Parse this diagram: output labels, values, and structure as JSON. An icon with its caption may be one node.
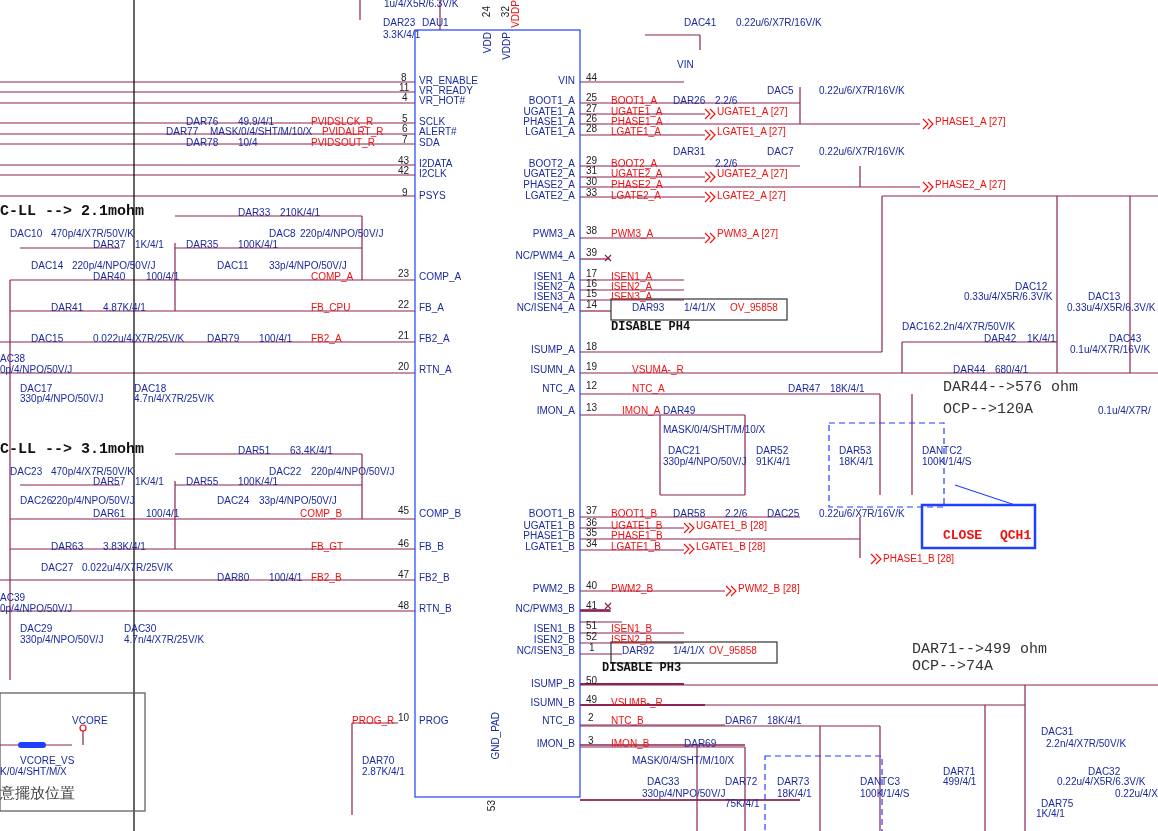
{
  "diagram": {
    "labels": [
      "1u/4/X5R/6.3V/K",
      "24",
      "32",
      "VDDP",
      "DAR23",
      "DAU1",
      "DAC41",
      "0.22u/6/X7R/16V/K",
      "3.3K/4/1",
      "VDD",
      "VDDP",
      "VIN",
      "8",
      "VR_ENABLE",
      "VIN",
      "44",
      "11",
      "VR_READY",
      "DAC5",
      "0.22u/6/X7R/16V/K",
      "4",
      "VR_HOT#",
      "BOOT1_A",
      "25",
      "BOOT1_A",
      "DAR26",
      "2.2/6",
      "UGATE1_A",
      "27",
      "UGATE1_A",
      "UGATE1_A [27]",
      "DAR76",
      "49.9/4/1",
      "PVIDSLCK_R",
      "5",
      "SCLK",
      "PHASE1_A",
      "26",
      "PHASE1_A",
      "PHASE1_A [27]",
      "DAR77",
      "MASK/0/4/SHT/M/10/X",
      "PVIDALRT_R",
      "6",
      "ALERT#",
      "LGATE1_A",
      "28",
      "LGATE1_A",
      "LGATE1_A [27]",
      "DAR78",
      "10/4",
      "PVIDSOUT_R",
      "7",
      "SDA",
      "DAR31",
      "DAC7",
      "0.22u/6/X7R/16V/K",
      "43",
      "I2DATA",
      "BOOT2_A",
      "29",
      "BOOT2_A",
      "2.2/6",
      "42",
      "I2CLK",
      "UGATE2_A",
      "31",
      "UGATE2_A",
      "UGATE2_A [27]",
      "PHASE2_A",
      "30",
      "PHASE2_A",
      "PHASE2_A [27]",
      "9",
      "PSYS",
      "LGATE2_A",
      "33",
      "LGATE2_A",
      "LGATE2_A [27]",
      "C-LL --> 2.1mohm",
      "DAR33",
      "210K/4/1",
      "DAC10",
      "470p/4/X7R/50V/K",
      "DAC8",
      "220p/4/NPO/50V/J",
      "PWM3_A",
      "38",
      "PWM3_A",
      "PWM3_A [27]",
      "DAR37",
      "1K/4/1",
      "DAR35",
      "100K/4/1",
      "NC/PWM4_A",
      "39",
      "DAC14",
      "220p/4/NPO/50V/J",
      "DAC11",
      "33p/4/NPO/50V/J",
      "DAR40",
      "100/4/1",
      "COMP_A",
      "23",
      "COMP_A",
      "ISEN1_A",
      "17",
      "ISEN1_A",
      "ISEN2_A",
      "16",
      "ISEN2_A",
      "DAC12",
      "ISEN3_A",
      "15",
      "ISEN3_A",
      "0.33u/4/X5R/6.3V/K",
      "DAC13",
      "DAR41",
      "4.87K/4/1",
      "FB_CPU",
      "22",
      "FB_A",
      "NC/ISEN4_A",
      "14",
      "DAR93",
      "1/4/1/X",
      "OV_95858",
      "0.33u/4/X5R/6.3V/K",
      "DISABLE PH4",
      "DAC16",
      "2.2n/4/X7R/50V/K",
      "DAC15",
      "0.022u/4/X7R/25V/K",
      "DAR79",
      "100/4/1",
      "FB2_A",
      "21",
      "FB2_A",
      "DAR42",
      "1K/4/1",
      "DAC43",
      "ISUMP_A",
      "18",
      "0.1u/4/X7R/16V/K",
      "AC38",
      "0p/4/NPO/50V/J",
      "20",
      "RTN_A",
      "ISUMN_A",
      "19",
      "VSUMA-_R",
      "DAR44",
      "680/4/1",
      "DAC17",
      "DAC18",
      "NTC_A",
      "12",
      "NTC_A",
      "DAR47",
      "18K/4/1",
      "DAR44-->576 ohm",
      "330p/4/NPO/50V/J",
      "4.7n/4/X7R/25V/K",
      "IMON_A",
      "13",
      "IMON_A",
      "DAR49",
      "OCP-->120A",
      "0.1u/4/X7R/",
      "MASK/0/4/SHT/M/10/X",
      "C-LL --> 3.1mohm",
      "DAR51",
      "63.4K/4/1",
      "DAC21",
      "DAR52",
      "DAR53",
      "DANTC2",
      "330p/4/NPO/50V/J",
      "91K/4/1",
      "18K/4/1",
      "100K/1/4/S",
      "DAC23",
      "470p/4/X7R/50V/K",
      "DAC22",
      "220p/4/NPO/50V/J",
      "DAR57",
      "1K/4/1",
      "DAR55",
      "100K/4/1",
      "DAC26",
      "220p/4/NPO/50V/J",
      "DAC24",
      "33p/4/NPO/50V/J",
      "DAR61",
      "100/4/1",
      "COMP_B",
      "45",
      "COMP_B",
      "BOOT1_B",
      "37",
      "BOOT1_B",
      "DAR58",
      "2.2/6",
      "DAC25",
      "0.22u/6/X7R/16V/K",
      "UGATE1_B",
      "36",
      "UGATE1_B",
      "UGATE1_B [28]",
      "PHASE1_B",
      "35",
      "PHASE1_B",
      "CLOSE",
      "QCH1",
      "DAR63",
      "3.83K/4/1",
      "FB_GT",
      "46",
      "FB_B",
      "LGATE1_B",
      "34",
      "LGATE1_B",
      "LGATE1_B [28]",
      "PHASE1_B [28]",
      "DAC27",
      "0.022u/4/X7R/25V/K",
      "DAR80",
      "100/4/1",
      "FB2_B",
      "47",
      "FB2_B",
      "PWM2_B",
      "40",
      "PWM2_B",
      "PWM2_B [28]",
      "AC39",
      "0p/4/NPO/50V/J",
      "48",
      "RTN_B",
      "NC/PWM3_B",
      "41",
      "DAC29",
      "DAC30",
      "ISEN1_B",
      "51",
      "ISEN1_B",
      "330p/4/NPO/50V/J",
      "4.7n/4/X7R/25V/K",
      "ISEN2_B",
      "52",
      "ISEN2_B",
      "NC/ISEN3_B",
      "1",
      "DAR92",
      "1/4/1/X",
      "OV_95858",
      "DAR71-->499 ohm",
      "DISABLE PH3",
      "OCP-->74A",
      "ISUMP_B",
      "50",
      "ISUMN_B",
      "49",
      "VSUMB-_R",
      "VCORE",
      "PROG_R",
      "10",
      "PROG",
      "NTC_B",
      "2",
      "NTC_B",
      "DAR67",
      "18K/4/1",
      "DAC31",
      "GND_PAD",
      "IMON_B",
      "3",
      "IMON_B",
      "DAR69",
      "2.2n/4/X7R/50V/K",
      "VCORE_VS",
      "DAR70",
      "MASK/0/4/SHT/M/10/X",
      "K/0/4/SHT/M/X",
      "2.87K/4/1",
      "DAR71",
      "DAC32",
      "DAC33",
      "DAR72",
      "DAR73",
      "DANTC3",
      "499/4/1",
      "0.22u/4/X5R/6.3V/K",
      "意擺放位置",
      "330p/4/NPO/50V/J",
      "18K/4/1",
      "100K/1/4/S",
      "0.22u/4/X",
      "75K/4/1",
      "DAR75",
      "53",
      "1K/4/1"
    ]
  }
}
